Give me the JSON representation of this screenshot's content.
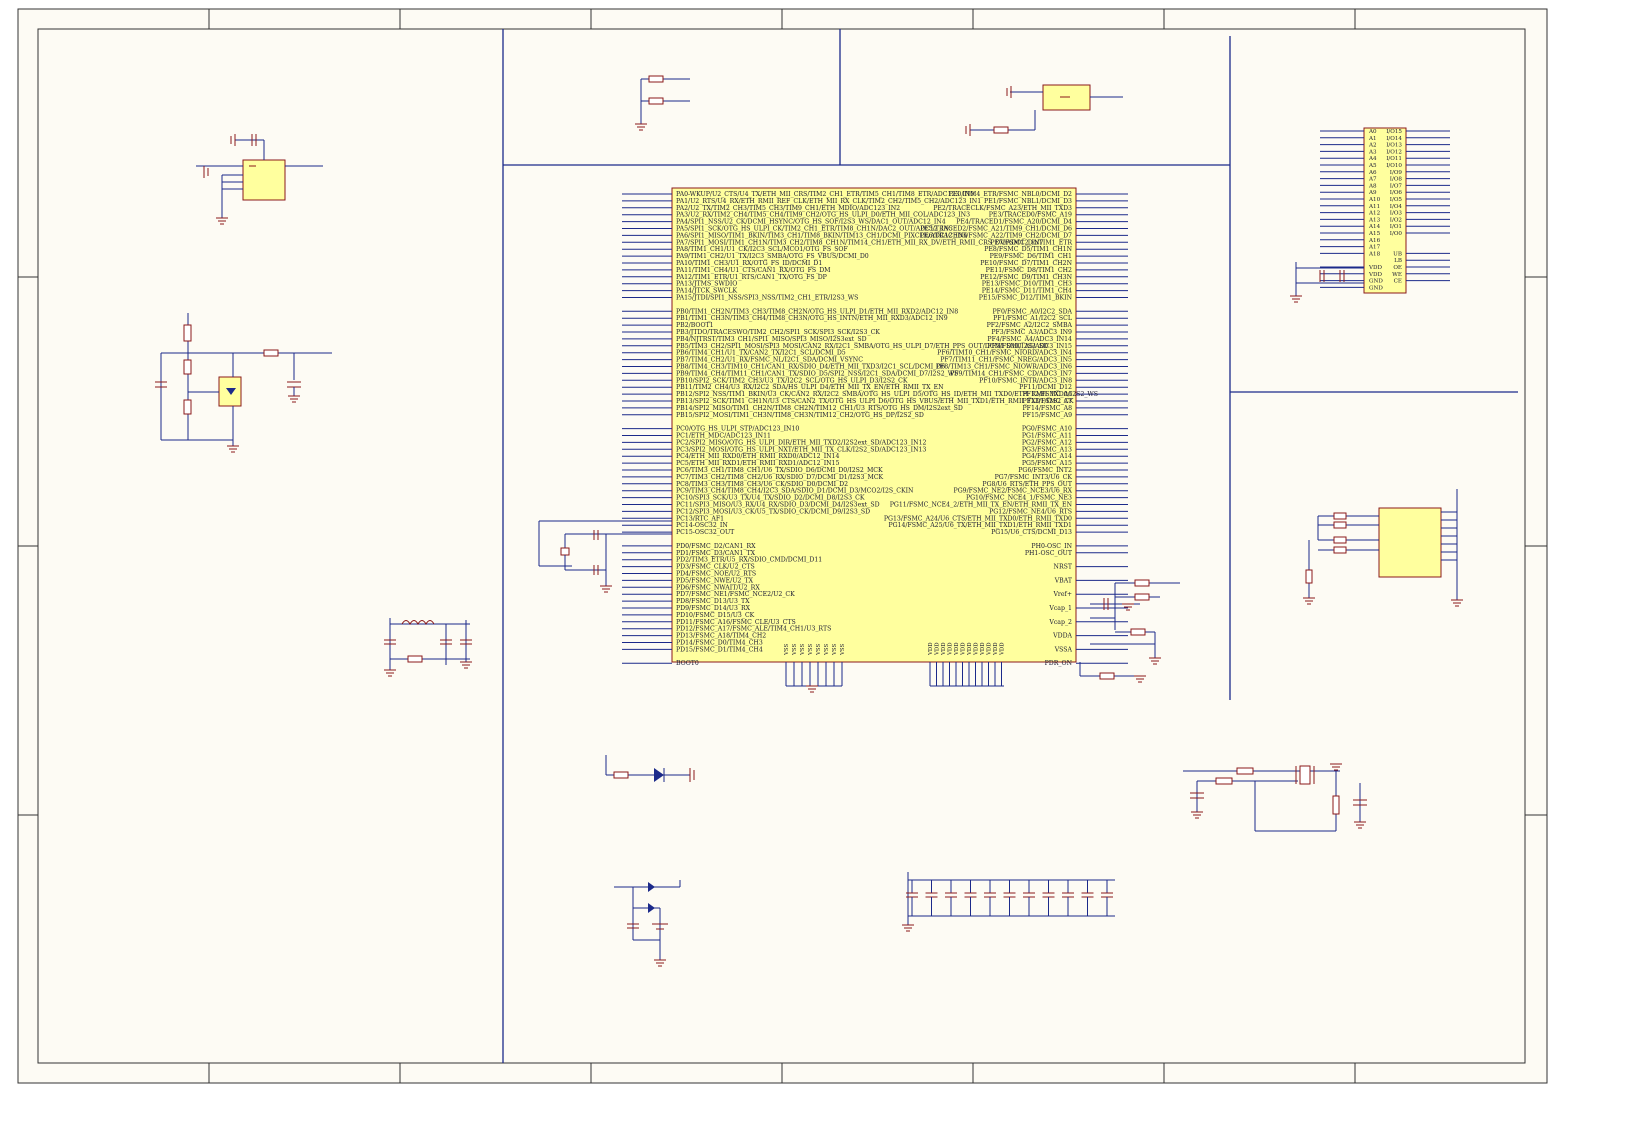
{
  "mcu": {
    "left_pins": [
      "PA0-WKUP/U2_CTS/U4_TX/ETH_MII_CRS/TIM2_CH1_ETR/TIM5_CH1/TIM8_ETR/ADC123_IN0",
      "PA1/U2_RTS/U4_RX/ETH_RMII_REF_CLK/ETH_MII_RX_CLK/TIM2_CH2/TIM5_CH2/ADC123_IN1",
      "PA2/U2_TX/TIM2_CH3/TIM5_CH3/TIM9_CH1/ETH_MDIO/ADC123_IN2",
      "PA3/U2_RX/TIM2_CH4/TIM5_CH4/TIM9_CH2/OTG_HS_ULPI_D0/ETH_MII_COL/ADC123_IN3",
      "PA4/SPI1_NSS/U2_CK/DCMI_HSYNC/OTG_HS_SOF/I2S3_WS/DAC1_OUT/ADC12_IN4",
      "PA5/SPI1_SCK/OTG_HS_ULPI_CK/TIM2_CH1_ETR/TIM8_CH1N/DAC2_OUT/ADC12_IN5",
      "PA6/SPI1_MISO/TIM1_BKIN/TIM3_CH1/TIM8_BKIN/TIM13_CH1/DCMI_PIXCLK/ADC12_IN6",
      "PA7/SPI1_MOSI/TIM1_CH1N/TIM3_CH2/TIM8_CH1N/TIM14_CH1/ETH_MII_RX_DV/ETH_RMII_CRS_DV/ADC12_IN7",
      "PA8/TIM1_CH1/U1_CK/I2C3_SCL/MCO1/OTG_FS_SOF",
      "PA9/TIM1_CH2/U1_TX/I2C3_SMBA/OTG_FS_VBUS/DCMI_D0",
      "PA10/TIM1_CH3/U1_RX/OTG_FS_ID/DCMI_D1",
      "PA11/TIM1_CH4/U1_CTS/CAN1_RX/OTG_FS_DM",
      "PA12/TIM1_ETR/U1_RTS/CAN1_TX/OTG_FS_DP",
      "PA13/JTMS_SWDIO",
      "PA14/JTCK_SWCLK",
      "PA15/JTDI/SPI1_NSS/SPI3_NSS/TIM2_CH1_ETR/I2S3_WS",
      "",
      "PB0/TIM1_CH2N/TIM3_CH3/TIM8_CH2N/OTG_HS_ULPI_D1/ETH_MII_RXD2/ADC12_IN8",
      "PB1/TIM1_CH3N/TIM3_CH4/TIM8_CH3N/OTG_HS_INTN/ETH_MII_RXD3/ADC12_IN9",
      "PB2/BOOT1",
      "PB3/JTDO/TRACESWO/TIM2_CH2/SPI1_SCK/SPI3_SCK/I2S3_CK",
      "PB4/NJTRST/TIM3_CH1/SPI1_MISO/SPI3_MISO/I2S3ext_SD",
      "PB5/TIM3_CH2/SPI1_MOSI/SPI3_MOSI/CAN2_RX/I2C1_SMBA/OTG_HS_ULPI_D7/ETH_PPS_OUT/DCMI_D10/I2S3_SD",
      "PB6/TIM4_CH1/U1_TX/CAN2_TX/I2C1_SCL/DCMI_D5",
      "PB7/TIM4_CH2/U1_RX/FSMC_NL/I2C1_SDA/DCMI_VSYNC",
      "PB8/TIM4_CH3/TIM10_CH1/CAN1_RX/SDIO_D4/ETH_MII_TXD3/I2C1_SCL/DCMI_D6",
      "PB9/TIM4_CH4/TIM11_CH1/CAN1_TX/SDIO_D5/SPI2_NSS/I2C1_SDA/DCMI_D7/I2S2_WS",
      "PB10/SPI2_SCK/TIM2_CH3/U3_TX/I2C2_SCL/OTG_HS_ULPI_D3/I2S2_CK",
      "PB11/TIM2_CH4/U3_RX/I2C2_SDA/HS_ULPI_D4/ETH_MII_TX_EN/ETH_RMII_TX_EN",
      "PB12/SPI2_NSS/TIM1_BKIN/U3_CK/CAN2_RX/I2C2_SMBA/OTG_HS_ULPI_D5/OTG_HS_ID/ETH_MII_TXD0/ETH_RMII_TXD0/I2S2_WS",
      "PB13/SPI2_SCK/TIM1_CH1N/U3_CTS/CAN2_TX/OTG_HS_ULPI_D6/OTG_HS_VBUS/ETH_MII_TXD1/ETH_RMII_TXD1/I2S2_CK",
      "PB14/SPI2_MISO/TIM1_CH2N/TIM8_CH2N/TIM12_CH1/U3_RTS/OTG_HS_DM/I2S2ext_SD",
      "PB15/SPI2_MOSI/TIM1_CH3N/TIM8_CH3N/TIM12_CH2/OTG_HS_DP/I2S2_SD",
      "",
      "PC0/OTG_HS_ULPI_STP/ADC123_IN10",
      "PC1/ETH_MDC/ADC123_IN11",
      "PC2/SPI2_MISO/OTG_HS_ULPI_DIR/ETH_MII_TXD2/I2S2ext_SD/ADC123_IN12",
      "PC3/SPI2_MOSI/OTG_HS_ULPI_NXT/ETH_MII_TX_CLK/I2S2_SD/ADC123_IN13",
      "PC4/ETH_MII_RXD0/ETH_RMII_RXD0/ADC12_IN14",
      "PC5/ETH_MII_RXD1/ETH_RMII_RXD1/ADC12_IN15",
      "PC6/TIM3_CH1/TIM8_CH1/U6_TX/SDIO_D6/DCMI_D0/I2S2_MCK",
      "PC7/TIM3_CH2/TIM8_CH2/U6_RX/SDIO_D7/DCMI_D1/I2S3_MCK",
      "PC8/TIM3_CH3/TIM8_CH3/U6_CK/SDIO_D0/DCMI_D2",
      "PC9/TIM3_CH4/TIM8_CH4/I2C3_SDA/SDIO_D1/DCMI_D3/MCO2/I2S_CKIN",
      "PC10/SPI3_SCK/U3_TX/U4_TX/SDIO_D2/DCMI_D8/I2S3_CK",
      "PC11/SPI3_MISO/U3_RX/U4_RX/SDIO_D3/DCMI_D4/I2S3ext_SD",
      "PC12/SPI3_MOSI/U3_CK/U5_TX/SDIO_CK/DCMI_D9/I2S3_SD",
      "PC13/RTC_AF1",
      "PC14-OSC32_IN",
      "PC15-OSC32_OUT",
      "",
      "PD0/FSMC_D2/CAN1_RX",
      "PD1/FSMC_D3/CAN1_TX",
      "PD2/TIM3_ETR/U5_RX/SDIO_CMD/DCMI_D11",
      "PD3/FSMC_CLK/U2_CTS",
      "PD4/FSMC_NOE/U2_RTS",
      "PD5/FSMC_NWE/U2_TX",
      "PD6/FSMC_NWAIT/U2_RX",
      "PD7/FSMC_NE1/FSMC_NCE2/U2_CK",
      "PD8/FSMC_D13/U3_TX",
      "PD9/FSMC_D14/U3_RX",
      "PD10/FSMC_D15/U3_CK",
      "PD11/FSMC_A16/FSMC_CLE/U3_CTS",
      "PD12/FSMC_A17/FSMC_ALE/TIM4_CH1/U3_RTS",
      "PD13/FSMC_A18/TIM4_CH2",
      "PD14/FSMC_D0/TIM4_CH3",
      "PD15/FSMC_D1/TIM4_CH4",
      "",
      "BOOT0"
    ],
    "right_pins": [
      "PE0/TIM4_ETR/FSMC_NBL0/DCMI_D2",
      "PE1/FSMC_NBL1/DCMI_D3",
      "PE2/TRACECLK/FSMC_A23/ETH_MII_TXD3",
      "PE3/TRACED0/FSMC_A19",
      "PE4/TRACED1/FSMC_A20/DCMI_D4",
      "PE5/TRACED2/FSMC_A21/TIM9_CH1/DCMI_D6",
      "PE6/TRACED3/FSMC_A22/TIM9_CH2/DCMI_D7",
      "PE7/FSMC_D4/TIM1_ETR",
      "PE8/FSMC_D5/TIM1_CH1N",
      "PE9/FSMC_D6/TIM1_CH1",
      "PE10/FSMC_D7/TIM1_CH2N",
      "PE11/FSMC_D8/TIM1_CH2",
      "PE12/FSMC_D9/TIM1_CH3N",
      "PE13/FSMC_D10/TIM1_CH3",
      "PE14/FSMC_D11/TIM1_CH4",
      "PE15/FSMC_D12/TIM1_BKIN",
      "",
      "PF0/FSMC_A0/I2C2_SDA",
      "PF1/FSMC_A1/I2C2_SCL",
      "PF2/FSMC_A2/I2C2_SMBA",
      "PF3/FSMC_A3/ADC3_IN9",
      "PF4/FSMC_A4/ADC3_IN14",
      "PF5/FSMC_A5/ADC3_IN15",
      "PF6/TIM10_CH1/FSMC_NIORD/ADC3_IN4",
      "PF7/TIM11_CH1/FSMC_NREG/ADC3_IN5",
      "PF8/TIM13_CH1/FSMC_NIOWR/ADC3_IN6",
      "PF9/TIM14_CH1/FSMC_CD/ADC3_IN7",
      "PF10/FSMC_INTR/ADC3_IN8",
      "PF11/DCMI_D12",
      "PF12/FSMC_A6",
      "PF13/FSMC_A7",
      "PF14/FSMC_A8",
      "PF15/FSMC_A9",
      "",
      "PG0/FSMC_A10",
      "PG1/FSMC_A11",
      "PG2/FSMC_A12",
      "PG3/FSMC_A13",
      "PG4/FSMC_A14",
      "PG5/FSMC_A15",
      "PG6/FSMC_INT2",
      "PG7/FSMC_INT3/U6_CK",
      "PG8/U6_RTS/ETH_PPS_OUT",
      "PG9/FSMC_NE2/FSMC_NCE3/U6_RX",
      "PG10/FSMC_NCE4_1/FSMC_NE3",
      "PG11/FSMC_NCE4_2/ETH_MII_TX_EN/ETH_RMII_TX_EN",
      "PG12/FSMC_NE4/U6_RTS",
      "PG13/FSMC_A24/U6_CTS/ETH_MII_TXD0/ETH_RMII_TXD0",
      "PG14/FSMC_A25/U6_TX/ETH_MII_TXD1/ETH_RMII_TXD1",
      "PG15/U6_CTS/DCMI_D13",
      "",
      "PH0-OSC_IN",
      "PH1-OSC_OUT",
      "",
      "NRST",
      "",
      "VBAT",
      "",
      "Vref+",
      "",
      "Vcap_1",
      "",
      "Vcap_2",
      "",
      "VDDA",
      "",
      "VSSA",
      "",
      "PDR_ON"
    ],
    "vss_pins": [
      "VSS",
      "VSS",
      "VSS",
      "VSS",
      "VSS",
      "VSS",
      "VSS",
      "VSS"
    ],
    "vdd_pins": [
      "VDD",
      "VDD",
      "VDD",
      "VDD",
      "VDD",
      "VDD",
      "VDD",
      "VDD",
      "VDD",
      "VDD",
      "VDD",
      "VDD"
    ]
  },
  "sram": {
    "left_pins": [
      "A0",
      "A1",
      "A2",
      "A3",
      "A4",
      "A5",
      "A6",
      "A7",
      "A8",
      "A9",
      "A10",
      "A11",
      "A12",
      "A13",
      "A14",
      "A15",
      "A16",
      "A17",
      "A18",
      "",
      "VDD",
      "VDD",
      "GND",
      "GND"
    ],
    "right_pins": [
      "I/O15",
      "I/O14",
      "I/O13",
      "I/O12",
      "I/O11",
      "I/O10",
      "I/O9",
      "I/O8",
      "I/O7",
      "I/O6",
      "I/O5",
      "I/O4",
      "I/O3",
      "I/O2",
      "I/O1",
      "I/O0",
      "",
      "",
      "UB",
      "LB",
      "OE",
      "WE",
      "CE",
      ""
    ]
  }
}
